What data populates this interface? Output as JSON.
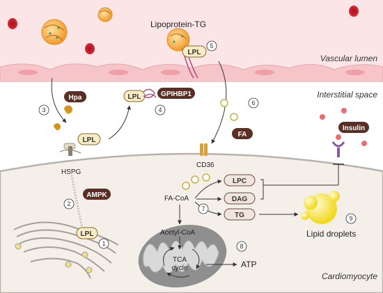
{
  "regions": {
    "vascular_lumen": "Vascular lumen",
    "interstitial_space": "Interstitial space",
    "cardiomyocyte": "Cardiomyocyte"
  },
  "labels": {
    "lipoprotein_tg": "Lipoprotein-TG",
    "hpa": "Hpa",
    "gpihbp1": "GPIHBP1",
    "lpl": "LPL",
    "hspg": "HSPG",
    "ampk": "AMPK",
    "fa": "FA",
    "cd36": "CD36",
    "insulin": "Insulin",
    "fa_coa": "FA-CoA",
    "lpc": "LPC",
    "dag": "DAG",
    "tg": "TG",
    "lipid_droplets": "Lipid droplets",
    "acetyl_coa": "Acetyl-CoA",
    "tca_cycle_line1": "TCA",
    "tca_cycle_line2": "cycle",
    "atp": "ATP"
  },
  "steps": [
    "1",
    "2",
    "3",
    "4",
    "5",
    "6",
    "7",
    "8",
    "9"
  ],
  "colors": {
    "lumen": "#fbe4e6",
    "endothelium": "#f6c4c9",
    "cytoplasm": "#f4efe9",
    "pill_dark": "#5a2e22",
    "pill_light": "#f7ecc6",
    "red_cell": "#cc1f2c",
    "lipoprotein": "#f4a43b",
    "lipid_droplet": "#f7e12e",
    "mitochondria": "#9a9a9a"
  }
}
